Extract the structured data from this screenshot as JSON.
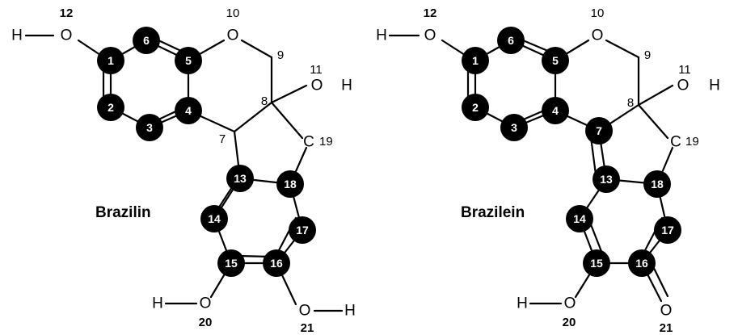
{
  "molecules": [
    {
      "name": "Brazilin",
      "ring_atoms": [
        "1",
        "2",
        "3",
        "4",
        "5",
        "6",
        "13",
        "14",
        "15",
        "16",
        "17",
        "18"
      ],
      "labels": {
        "n7": "7",
        "n8": "8",
        "n9": "9",
        "n10": "10",
        "n11": "11",
        "n12": "12",
        "n19": "19",
        "n20": "20",
        "n21": "21"
      },
      "symbols": {
        "O10": "O",
        "O11": "O",
        "H11": "H",
        "O12": "O",
        "H12": "H",
        "C19": "C",
        "O20": "O",
        "H20": "H",
        "O21": "O",
        "H21": "H"
      }
    },
    {
      "name": "Brazilein",
      "ring_atoms": [
        "1",
        "2",
        "3",
        "4",
        "5",
        "6",
        "7",
        "13",
        "14",
        "15",
        "16",
        "17",
        "18"
      ],
      "labels": {
        "n8": "8",
        "n9": "9",
        "n10": "10",
        "n11": "11",
        "n12": "12",
        "n19": "19",
        "n20": "20",
        "n21": "21"
      },
      "symbols": {
        "O10": "O",
        "O11": "O",
        "H11": "H",
        "O12": "O",
        "H12": "H",
        "C19": "C",
        "O20": "O",
        "H20": "H",
        "O21": "O"
      }
    }
  ]
}
